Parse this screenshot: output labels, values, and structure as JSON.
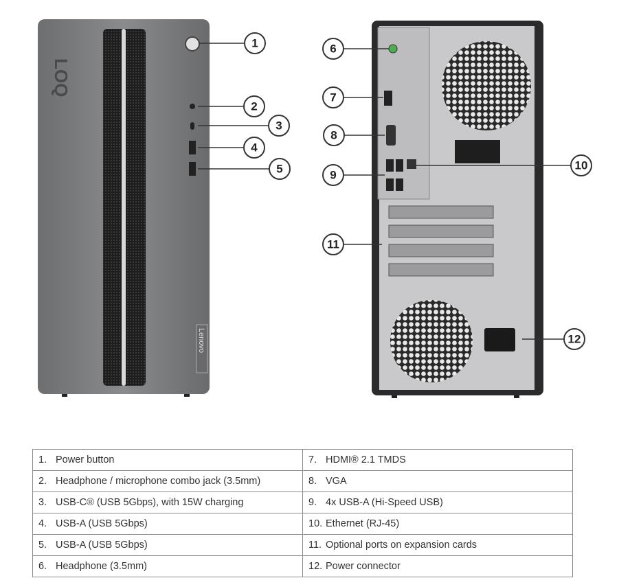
{
  "front": {
    "logo": "LOQ",
    "brand": "Lenovo"
  },
  "callouts": [
    "1",
    "2",
    "3",
    "4",
    "5",
    "6",
    "7",
    "8",
    "9",
    "10",
    "11",
    "12"
  ],
  "legend": {
    "left": [
      {
        "num": "1.",
        "label": "Power button"
      },
      {
        "num": "2.",
        "label": "Headphone / microphone combo jack (3.5mm)"
      },
      {
        "num": "3.",
        "label": "USB-C® (USB 5Gbps), with 15W charging"
      },
      {
        "num": "4.",
        "label": "USB-A (USB 5Gbps)"
      },
      {
        "num": "5.",
        "label": "USB-A (USB 5Gbps)"
      },
      {
        "num": "6.",
        "label": "Headphone (3.5mm)"
      }
    ],
    "right": [
      {
        "num": "7.",
        "label": "HDMI® 2.1 TMDS"
      },
      {
        "num": "8.",
        "label": "VGA"
      },
      {
        "num": "9.",
        "label": "4x USB-A (Hi-Speed USB)"
      },
      {
        "num": "10.",
        "label": "Ethernet (RJ-45)"
      },
      {
        "num": "11.",
        "label": "Optional ports on expansion cards"
      },
      {
        "num": "12.",
        "label": "Power connector"
      }
    ]
  },
  "colors": {
    "chassis": "#77787a",
    "rear": "#2b2b2d",
    "panel": "#c9c9cb",
    "jack": "#4caf50"
  }
}
